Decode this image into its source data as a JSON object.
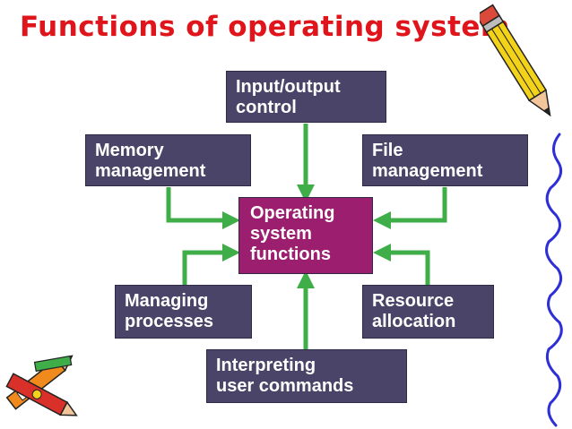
{
  "title": "Functions of operating system",
  "colors": {
    "title": "#e0141b",
    "box": "#4a4568",
    "center": "#9c1f6f",
    "arrow": "#3fae49",
    "line": "#2e2fd6"
  },
  "diagram": {
    "center": {
      "line1": "Operating",
      "line2": "system",
      "line3": "functions"
    },
    "input_output": {
      "line1": "Input/output",
      "line2": "control"
    },
    "memory": {
      "line1": "Memory",
      "line2": "management"
    },
    "file": {
      "line1": "File",
      "line2": "management"
    },
    "processes": {
      "line1": "Managing",
      "line2": "processes"
    },
    "resource": {
      "line1": "Resource",
      "line2": "allocation"
    },
    "commands": {
      "line1": "Interpreting",
      "line2": "user commands"
    }
  },
  "decorations": {
    "pencil_top": "pencil-icon",
    "pencils_bottom": "crayons-icon"
  }
}
